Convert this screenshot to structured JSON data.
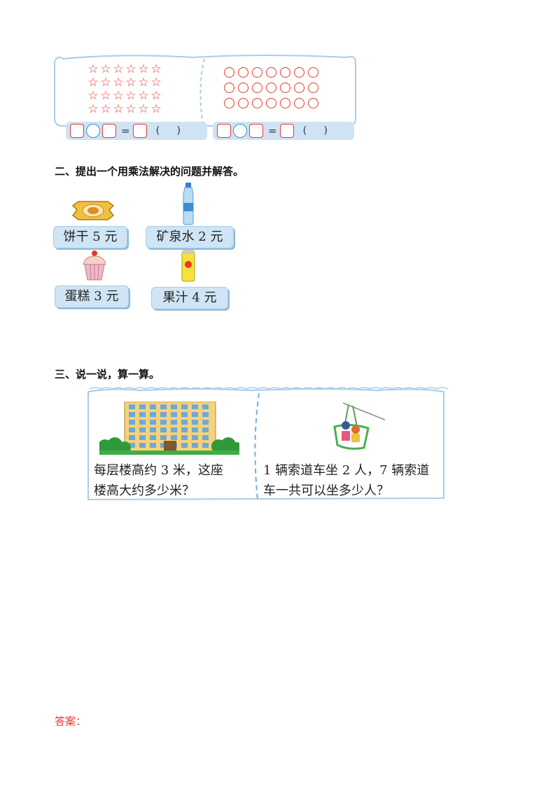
{
  "section1": {
    "stars": {
      "rows": 4,
      "cols": 6,
      "glyph": "☆",
      "color": "#e8372f"
    },
    "circles": {
      "rows": 3,
      "cols": 7,
      "color": "#e8372f"
    },
    "equation": {
      "equals": "=",
      "paren": "( )"
    }
  },
  "section2": {
    "heading": "二、提出一个用乘法解决的问题并解答。",
    "items": [
      {
        "label": "饼干 5 元",
        "icon": "biscuit-icon"
      },
      {
        "label": "矿泉水 2 元",
        "icon": "water-bottle-icon"
      },
      {
        "label": "蛋糕 3 元",
        "icon": "cupcake-icon"
      },
      {
        "label": "果汁 4 元",
        "icon": "juice-can-icon"
      }
    ]
  },
  "section3": {
    "heading": "三、说一说，算一算。",
    "left_question": [
      "每层楼高约 3 米，这座",
      "楼高大约多少米？"
    ],
    "right_question": [
      "1 辆索道车坐 2 人，7 辆索道",
      "车一共可以坐多少人？"
    ]
  },
  "answer_label": "答案："
}
